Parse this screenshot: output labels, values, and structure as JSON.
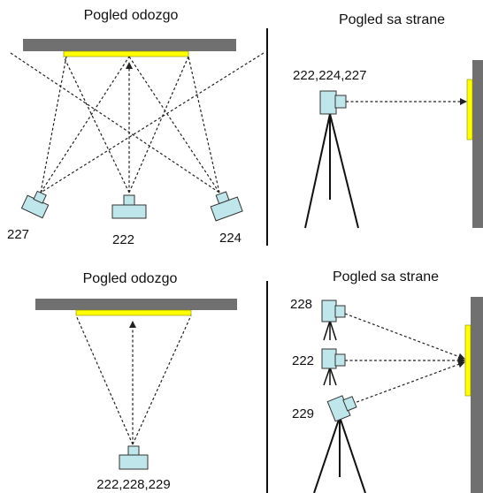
{
  "panels": {
    "top_left": {
      "heading": "Pogled odozgo",
      "labels": {
        "left": "227",
        "center": "222",
        "right": "224"
      }
    },
    "top_right": {
      "heading": "Pogled sa strane",
      "camera_label": "222,224,227"
    },
    "bottom_left": {
      "heading": "Pogled odozgo",
      "camera_label": "222,228,229"
    },
    "bottom_right": {
      "heading": "Pogled sa strane",
      "labels": {
        "top": "228",
        "middle": "222",
        "bottom": "229"
      }
    }
  },
  "colors": {
    "wall": "#707070",
    "target": "#ffff00",
    "camera_fill": "#bfe6ea",
    "camera_stroke": "#333333",
    "ray": "#222222"
  }
}
